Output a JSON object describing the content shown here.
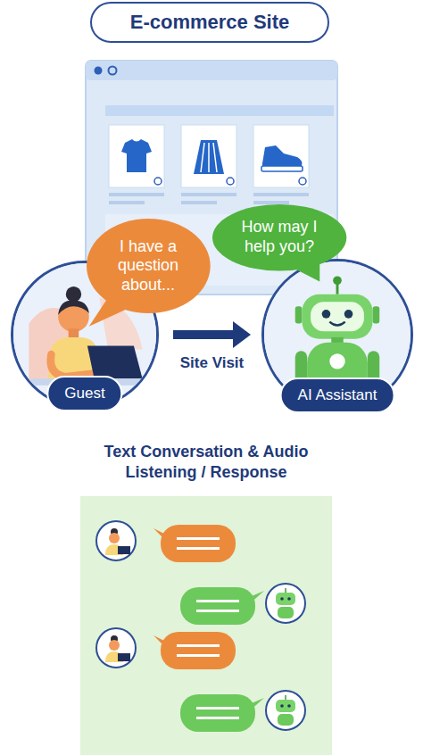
{
  "diagram": {
    "title": "E-commerce Site",
    "nodes": [
      {
        "text": [
          "I have a question about..."
        ]
      },
      {
        "text": [
          "How may I help you?"
        ]
      },
      {
        "text": [
          "Guest"
        ]
      },
      {
        "text": [
          "AI Assistant"
        ]
      },
      {
        "text": [
          "Text Conversation & Audio Listening / Response"
        ]
      }
    ],
    "edges": [
      {
        "from": 2,
        "to": 3,
        "arrow": "to",
        "label": "Site Visit"
      }
    ]
  }
}
